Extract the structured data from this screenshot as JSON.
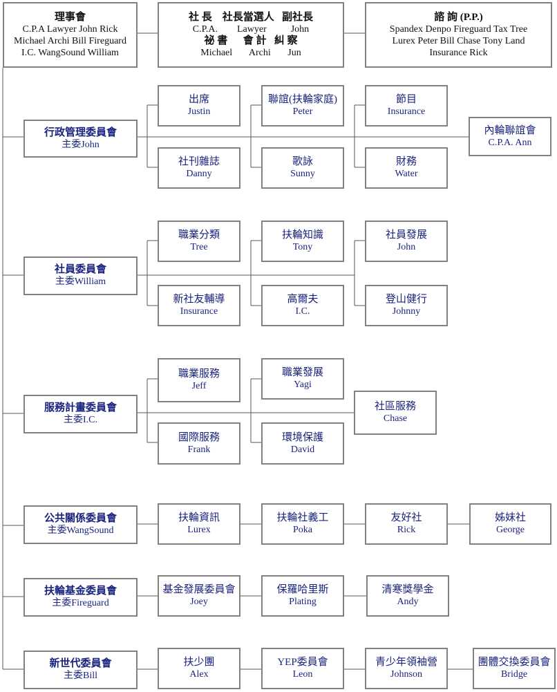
{
  "board": {
    "title": "理事會",
    "members": [
      "C.P.A  Lawyer  John Rick",
      "Michael  Archi Bill  Fireguard",
      "I.C. WangSound William"
    ]
  },
  "officers": {
    "row1": "社 長    社長當選人   副社長",
    "row2": "C.P.A.        Lawyer          John",
    "row3": "祕 書      會 計   糾 察",
    "row4": "Michael       Archi       Jun"
  },
  "advisors": {
    "title": "諮 詢 (P.P.)",
    "row1": "Spandex  Denpo  Fireguard  Tax Tree",
    "row2": "Lurex  Peter  Bill  Chase  Tony  Land",
    "row3": "Insurance  Rick"
  },
  "committees": [
    {
      "name": "行政管理委員會",
      "chair": "主委John",
      "subs": [
        {
          "t": "出席",
          "p": "Justin"
        },
        {
          "t": "社刊雜誌",
          "p": "Danny"
        },
        {
          "t": "聯誼(扶輪家庭)",
          "p": "Peter"
        },
        {
          "t": "歌詠",
          "p": "Sunny"
        },
        {
          "t": "節目",
          "p": "Insurance"
        },
        {
          "t": "財務",
          "p": "Water"
        },
        {
          "t": "內輪聯誼會",
          "p": "C.P.A. Ann"
        }
      ]
    },
    {
      "name": "社員委員會",
      "chair": "主委William",
      "subs": [
        {
          "t": "職業分類",
          "p": "Tree"
        },
        {
          "t": "新社友輔導",
          "p": "Insurance"
        },
        {
          "t": "扶輪知識",
          "p": "Tony"
        },
        {
          "t": "高爾夫",
          "p": "I.C."
        },
        {
          "t": "社員發展",
          "p": "John"
        },
        {
          "t": "登山健行",
          "p": "Johnny"
        }
      ]
    },
    {
      "name": "服務計畫委員會",
      "chair": "主委I.C.",
      "subs": [
        {
          "t": "職業服務",
          "p": "Jeff"
        },
        {
          "t": "國際服務",
          "p": "Frank"
        },
        {
          "t": "職業發展",
          "p": "Yagi"
        },
        {
          "t": "環境保護",
          "p": "David"
        },
        {
          "t": "社區服務",
          "p": "Chase"
        }
      ]
    },
    {
      "name": "公共關係委員會",
      "chair": "主委WangSound",
      "subs": [
        {
          "t": "扶輪資訊",
          "p": "Lurex"
        },
        {
          "t": "扶輪社義工",
          "p": "Poka"
        },
        {
          "t": "友好社",
          "p": "Rick"
        },
        {
          "t": "姊妹社",
          "p": "George"
        }
      ]
    },
    {
      "name": "扶輪基金委員會",
      "chair": "主委Fireguard",
      "subs": [
        {
          "t": "基金發展委員會",
          "p": "Joey"
        },
        {
          "t": "保羅哈里斯",
          "p": "Plating"
        },
        {
          "t": "清寒獎學金",
          "p": "Andy"
        }
      ]
    },
    {
      "name": "新世代委員會",
      "chair": "主委Bill",
      "subs": [
        {
          "t": "扶少團",
          "p": "Alex"
        },
        {
          "t": "YEP委員會",
          "p": "Leon"
        },
        {
          "t": "青少年領袖營",
          "p": "Johnson"
        },
        {
          "t": "團體交換委員會",
          "p": "Bridge"
        }
      ]
    }
  ]
}
